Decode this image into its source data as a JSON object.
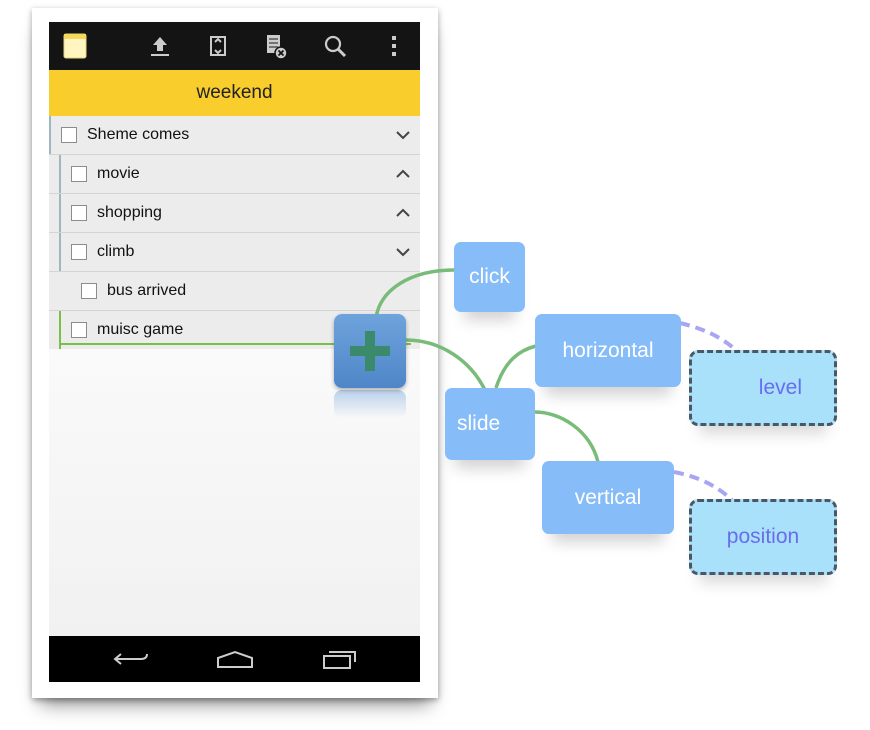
{
  "toolbar": {
    "icons": [
      "notepad-icon",
      "upload-icon",
      "sync-icon",
      "clear-list-icon",
      "search-icon",
      "overflow-menu-icon"
    ]
  },
  "list": {
    "title": "weekend",
    "items": [
      {
        "label": "Sheme comes",
        "chevron": "down"
      },
      {
        "label": "movie",
        "chevron": "up"
      },
      {
        "label": "shopping",
        "chevron": "up"
      },
      {
        "label": "climb",
        "chevron": "down"
      },
      {
        "label": "bus arrived",
        "chevron": "none"
      },
      {
        "label": "muisc game",
        "chevron": "none"
      }
    ]
  },
  "navbar": {
    "icons": [
      "back-icon",
      "home-icon",
      "recents-icon"
    ]
  },
  "fab": {
    "icon": "plus-icon",
    "color": "#5b8fd0",
    "plus_color": "#3c8a6c"
  },
  "mindmap": {
    "nodes": {
      "click": "click",
      "slide": "slide",
      "horizontal": "horizontal",
      "vertical": "vertical",
      "level": "level",
      "position": "position"
    },
    "colors": {
      "node": "#86bdf8",
      "leaf": "#a9e1fb",
      "link": "#79bb78",
      "dashed_link": "#a8a6f2",
      "leaf_text": "#6a6cf0"
    }
  },
  "colors": {
    "accent_title_bar": "#f8cd2c",
    "action_bar": "#141414"
  }
}
